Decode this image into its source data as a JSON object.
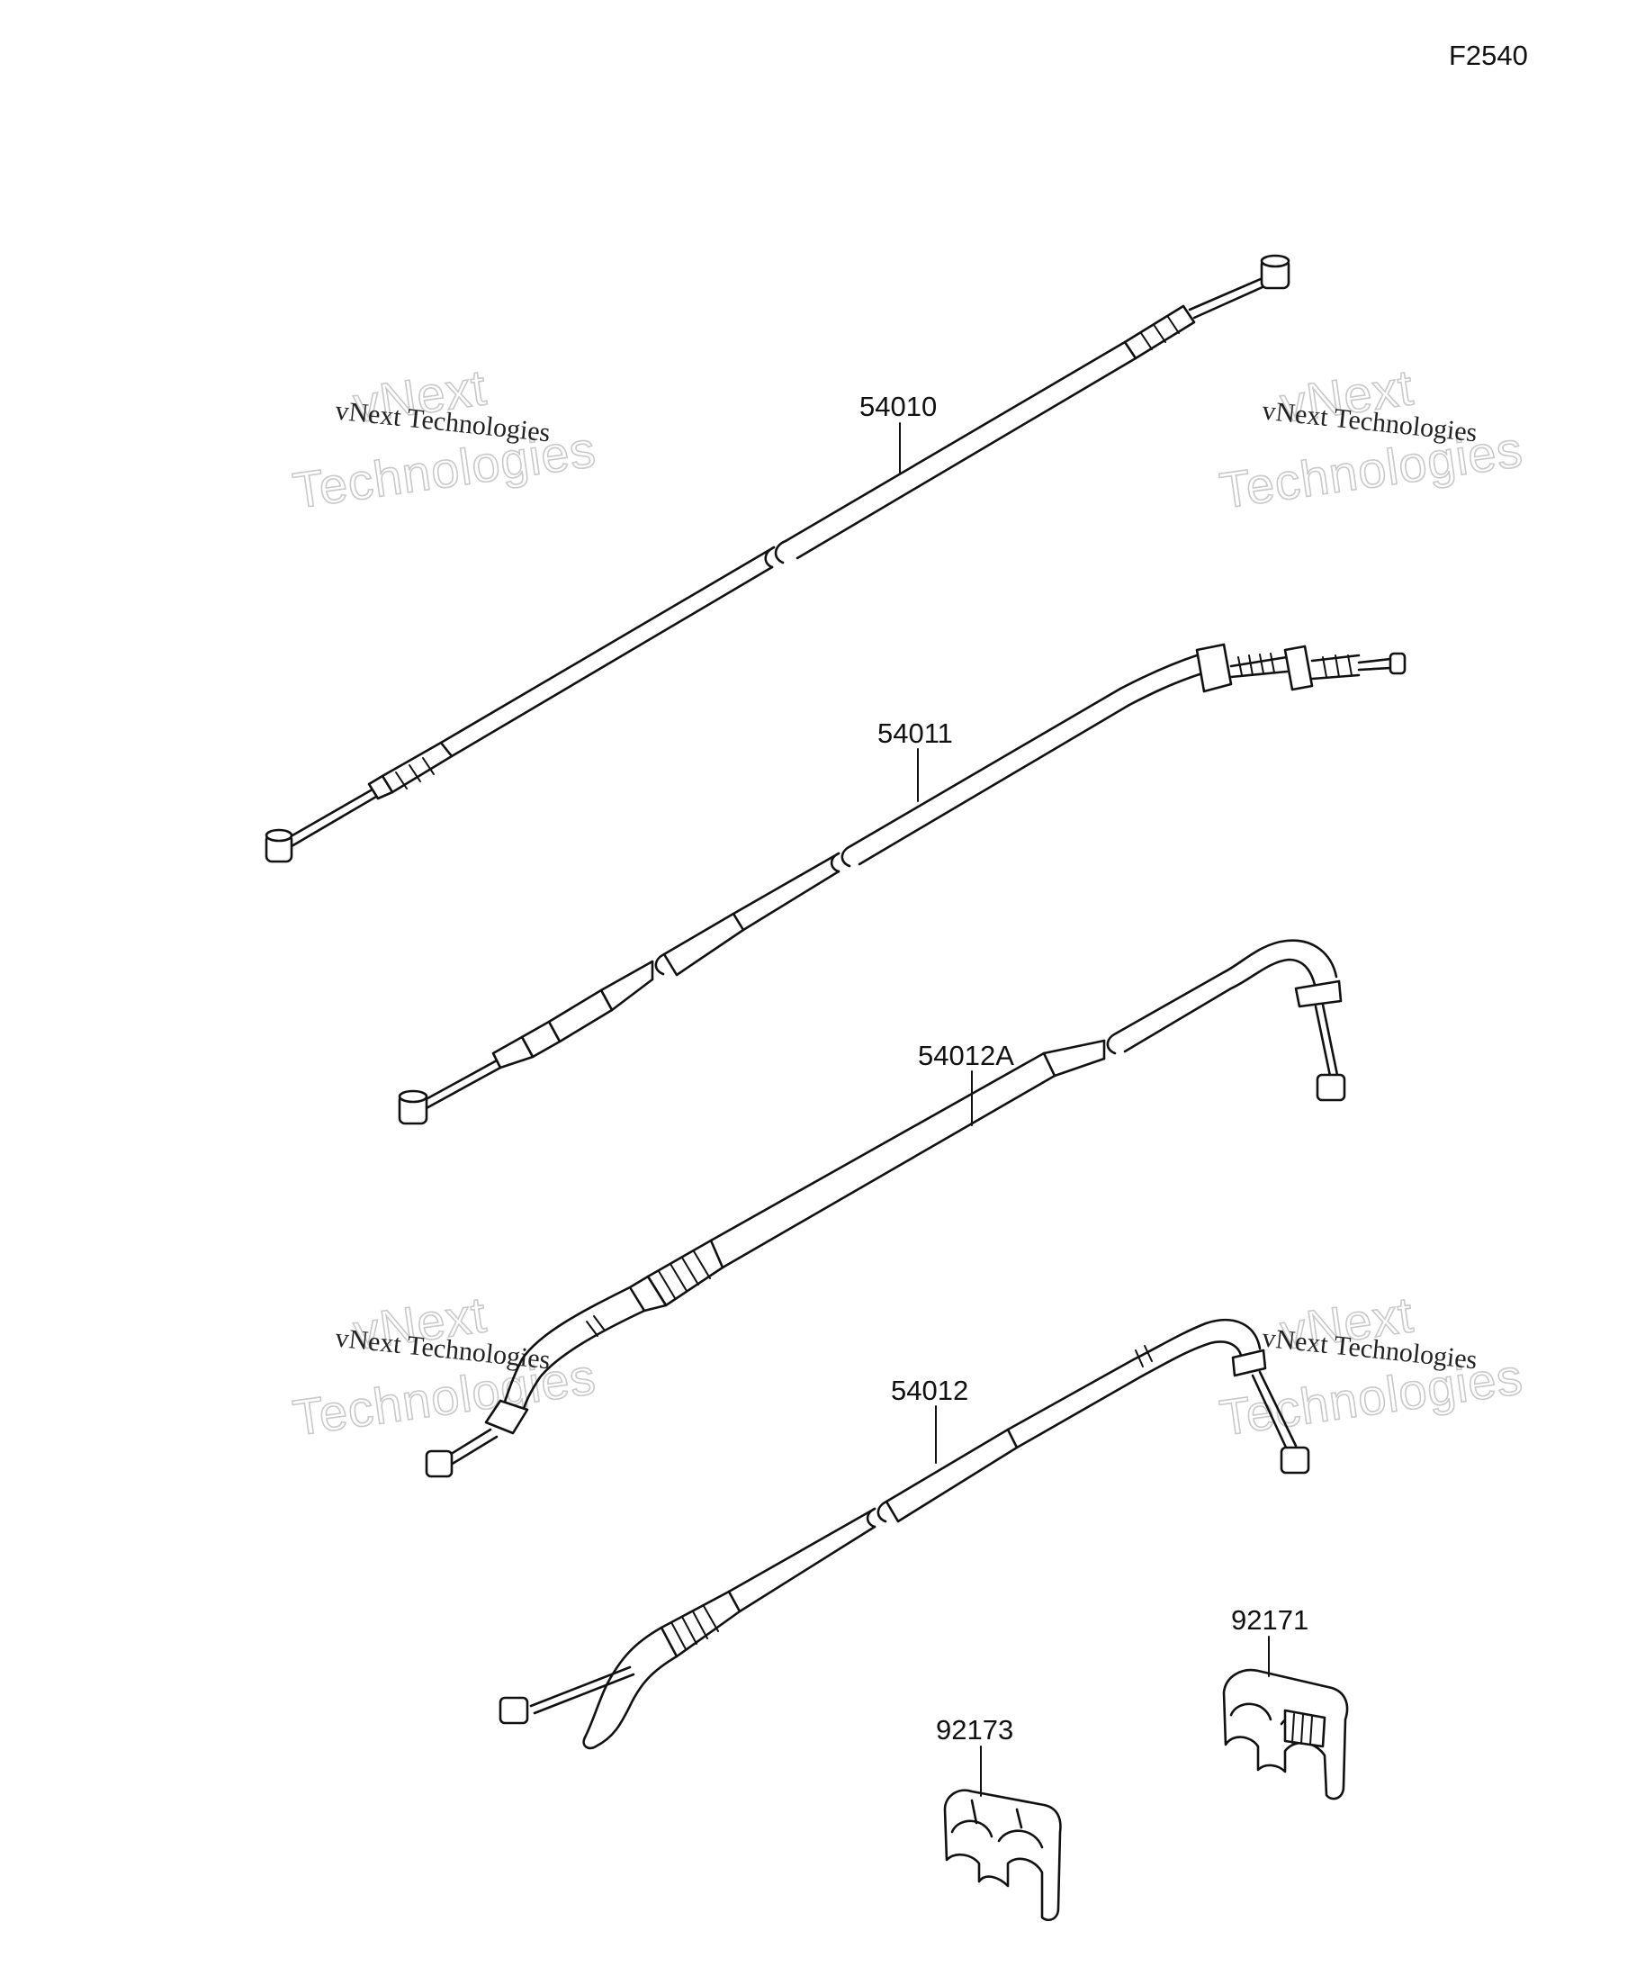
{
  "figure_code": "F2540",
  "parts": [
    {
      "id": "cable-54010",
      "number": "54010"
    },
    {
      "id": "cable-54011",
      "number": "54011"
    },
    {
      "id": "cable-54012A",
      "number": "54012A"
    },
    {
      "id": "cable-54012",
      "number": "54012"
    },
    {
      "id": "clamp-92173",
      "number": "92173"
    },
    {
      "id": "clamp-92171",
      "number": "92171"
    }
  ],
  "watermark": {
    "brand_line1": "vNext",
    "brand_line2": "Technologies",
    "caption": "vNext Technologies"
  }
}
